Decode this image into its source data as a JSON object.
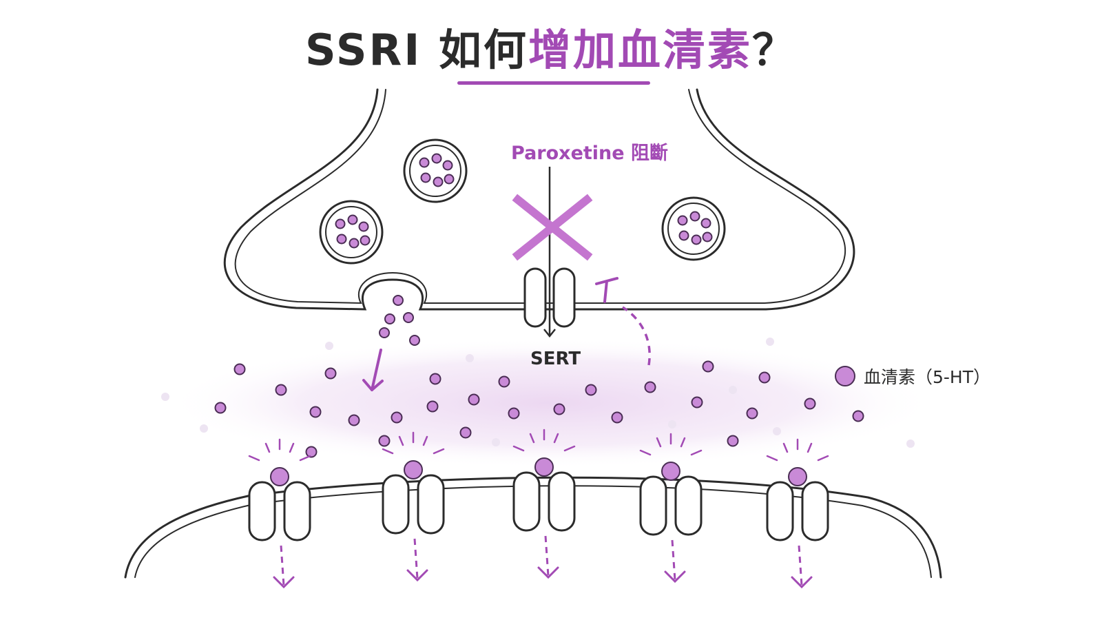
{
  "title": {
    "prefix": "SSRI 如何",
    "accent": "增加血清素",
    "suffix": "？"
  },
  "drug_label": "Paroxetine 阻斷",
  "transporter_label": "SERT",
  "legend": {
    "label": "血清素（5-HT）"
  },
  "colors": {
    "accent": "#a24ab4",
    "serotonin_fill": "#c98ad7",
    "outline": "#2b2b2b",
    "block_cross": "#c475cf",
    "haze": "#ead3f0"
  },
  "receptor_count": 5,
  "icons": [
    "block-cross-icon",
    "reuptake-arrow-icon",
    "release-arrow-icon",
    "signal-arrow-icon"
  ]
}
